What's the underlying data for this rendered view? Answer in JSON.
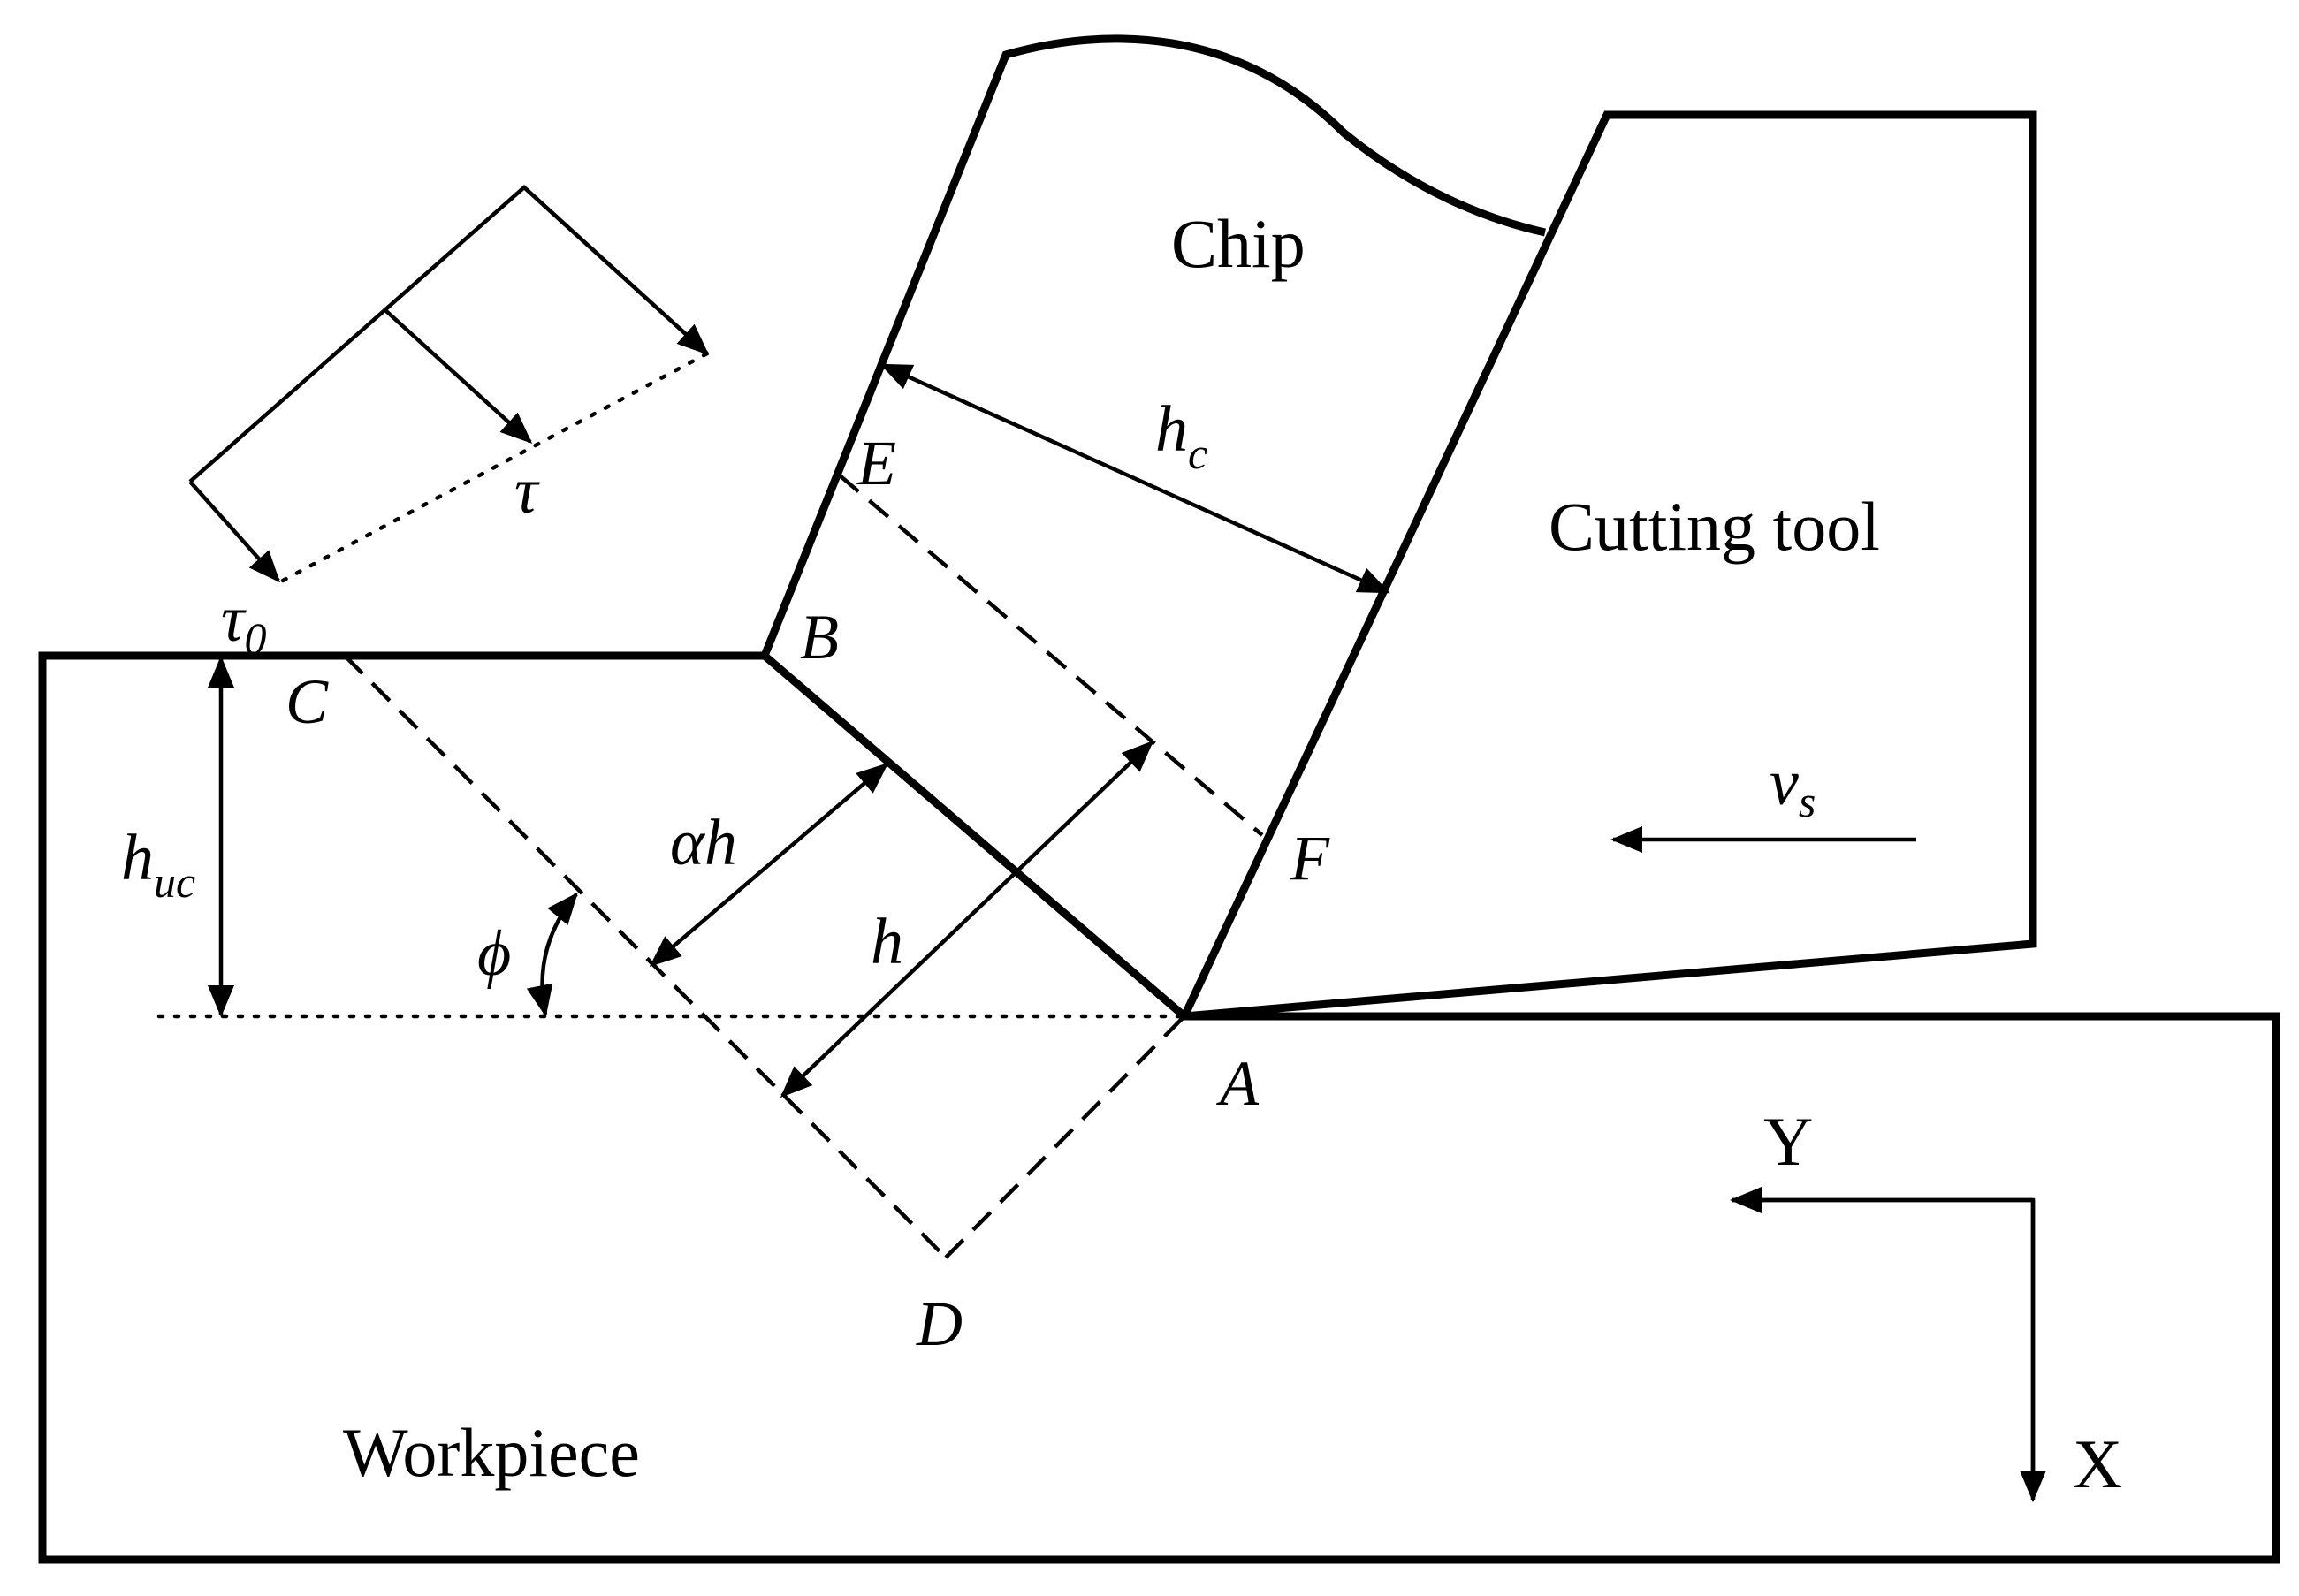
{
  "regions": {
    "chip": "Chip",
    "cutting_tool": "Cutting tool",
    "workpiece": "Workpiece"
  },
  "points": {
    "A": "A",
    "B": "B",
    "C": "C",
    "D": "D",
    "E": "E",
    "F": "F"
  },
  "symbols": {
    "hc": {
      "base": "h",
      "sub": "c"
    },
    "huc": {
      "base": "h",
      "sub": "uc"
    },
    "alpha_h": "αh",
    "h": "h",
    "phi": "ϕ",
    "tau": "τ",
    "tau0": {
      "base": "τ",
      "sub": "0"
    },
    "vs": {
      "base": "v",
      "sub": "s"
    }
  },
  "axes": {
    "x": "X",
    "y": "Y"
  }
}
